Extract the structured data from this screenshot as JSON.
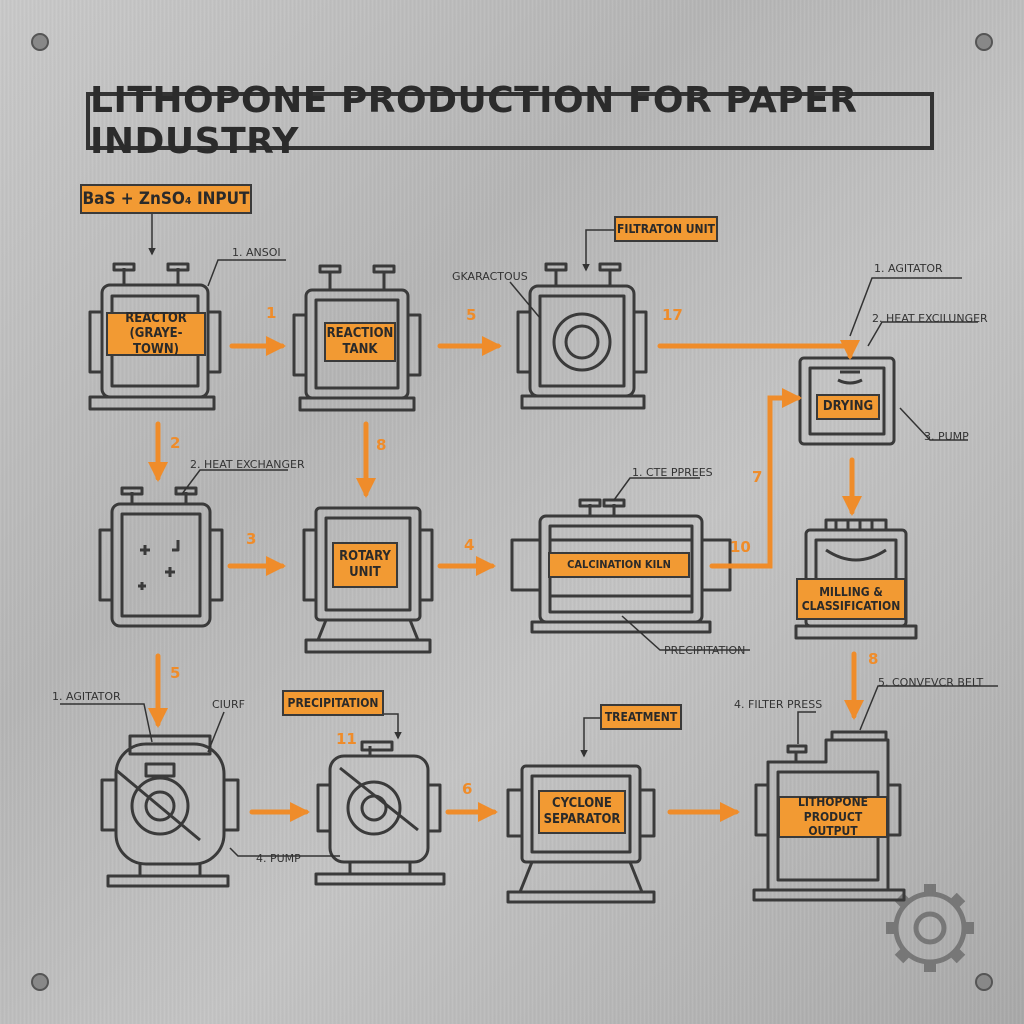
{
  "title": "LITHOPONE PRODUCTION FOR PAPER INDUSTRY",
  "input_label": "BaS + ZnSO₄ INPUT",
  "units": {
    "reactor": "REACTOR\n(GRAYE-TOWN)",
    "reaction_tank": "REACTION\nTANK",
    "filtration_unit": "FILTRATON UNIT",
    "drying": "DRYING",
    "rotary_unit": "ROTARY\nUNIT",
    "calcination_kiln": "CALCINATION KILN",
    "milling": "MILLING &\nCLASSIFICATION",
    "precipitation_tag": "PRECIPITATION",
    "treatment_tag": "TREATMENT",
    "cyclone": "CYCLONE\nSEPARATOR",
    "lithopone": "LITHOPONE\nPRODUCT OUTPUT"
  },
  "notes": {
    "ansoi": "1. ANSOI",
    "gkaractous": "GKARACTOUS",
    "agitator_top": "1. AGITATOR",
    "heat_exchanger_top": "2. HEAT EXCILUNGER",
    "pump_right": "3. PUMP",
    "heat_exchanger_left": "2. HEAT EXCHANGER",
    "cte_pprees": "1. CTE PPREES",
    "precipitation_note": "PRECIPITATION",
    "agitator_bottom": "1. AGITATOR",
    "ciurf": "CIURF",
    "pump_bottom": "4. PUMP",
    "filter_press": "4. FILTER PRESS",
    "conveyor_belt": "5. CONVEVCR BELT"
  },
  "step_numbers": {
    "n1": "1",
    "n5a": "5",
    "n17": "17",
    "n2": "2",
    "n8a": "8",
    "n3": "3",
    "n4": "4",
    "n10": "10",
    "n7": "7",
    "n5b": "5",
    "n11": "11",
    "n6": "6",
    "n8b": "8"
  },
  "colors": {
    "accent": "#f29a33",
    "arrow": "#ef8c2a",
    "line": "#3a3a3a",
    "background": "#bdbdbd"
  },
  "icons": [
    "gear-icon",
    "screw-icon"
  ]
}
